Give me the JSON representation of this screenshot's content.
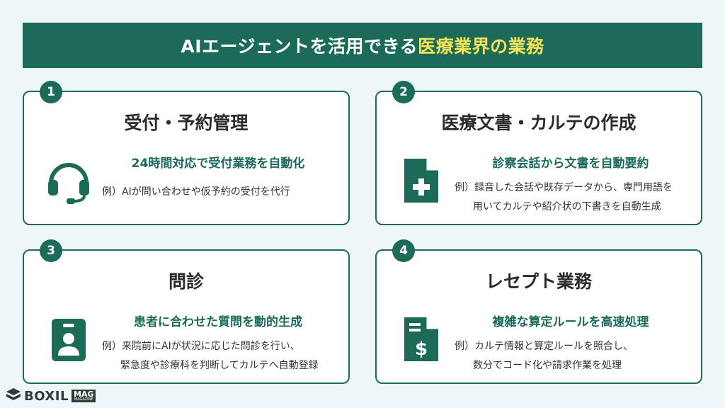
{
  "title": {
    "main": "AIエージェントを活用できる",
    "highlight": "医療業界の業務"
  },
  "colors": {
    "primary": "#1b6b58",
    "highlight": "#f2e45a",
    "background": "#eef6f7"
  },
  "cards": [
    {
      "number": "1",
      "title": "受付・予約管理",
      "subtitle": "24時間対応で受付業務を自動化",
      "desc_lines": [
        "例）AIが問い合わせや仮予約の受付を代行"
      ],
      "icon": "headset-icon"
    },
    {
      "number": "2",
      "title": "医療文書・カルテの作成",
      "subtitle": "診察会話から文書を自動要約",
      "desc_lines": [
        "例）録音した会話や既存データから、専門用語を",
        "用いてカルテや紹介状の下書きを自動生成"
      ],
      "icon": "medical-document-icon"
    },
    {
      "number": "3",
      "title": "問診",
      "subtitle": "患者に合わせた質問を動的生成",
      "desc_lines": [
        "例）来院前にAIが状況に応じた問診を行い、",
        "緊急度や診療科を判断してカルテへ自動登録"
      ],
      "icon": "id-badge-icon"
    },
    {
      "number": "4",
      "title": "レセプト業務",
      "subtitle": "複雑な算定ルールを高速処理",
      "desc_lines": [
        "例）カルテ情報と算定ルールを照合し、",
        "数分でコード化や請求作業を処理"
      ],
      "icon": "invoice-dollar-icon"
    }
  ],
  "logo": {
    "text": "BOXIL",
    "tag": "MAG",
    "tag_sub": "MAGAZINE"
  }
}
